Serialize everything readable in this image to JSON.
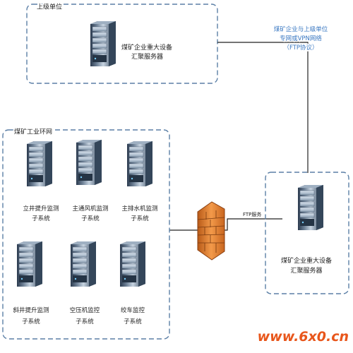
{
  "upper_unit": {
    "label": "上级单位",
    "server_label_line1": "煤矿企业重大设备",
    "server_label_line2": "汇聚服务器"
  },
  "link_note": {
    "line1": "煤矿企业与上级单位",
    "line2": "专网或VPN网络",
    "line3": "（FTP协议）"
  },
  "mine_network": {
    "label": "煤矿工业环网",
    "servers": [
      {
        "line1": "立井提升监测",
        "line2": "子系统"
      },
      {
        "line1": "主通风机监测",
        "line2": "子系统"
      },
      {
        "line1": "主排水机监测",
        "line2": "子系统"
      },
      {
        "line1": "斜井提升监测",
        "line2": "子系统"
      },
      {
        "line1": "空压机监控",
        "line2": "子系统"
      },
      {
        "line1": "绞车监控",
        "line2": "子系统"
      }
    ]
  },
  "ftp_label": "FTP服务",
  "mine_server": {
    "line1": "煤矿企业重大设备",
    "line2": "汇聚服务器"
  },
  "watermark": "www.6x0.cn",
  "colors": {
    "group_border": "#5b7fa6",
    "line": "#222222",
    "firewall": "#d9772b",
    "watermark": "#e8561b"
  }
}
